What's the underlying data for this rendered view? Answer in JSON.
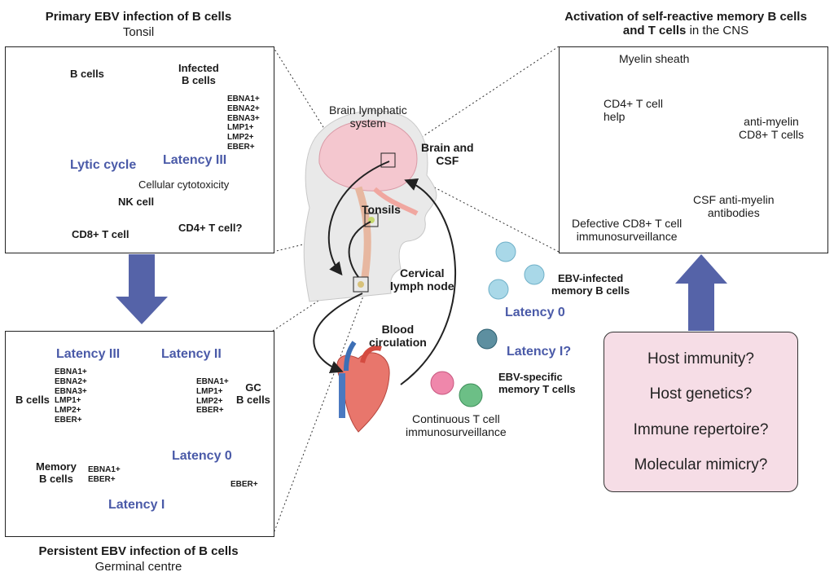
{
  "primary": {
    "title": "Primary EBV infection of B cells",
    "subtitle": "Tonsil",
    "b_cells": "B cells",
    "infected_l1": "Infected",
    "infected_l2": "B cells",
    "markers": [
      "EBNA1+",
      "EBNA2+",
      "EBNA3+",
      "LMP1+",
      "LMP2+",
      "EBER+"
    ],
    "lytic_cycle": "Lytic cycle",
    "latency3": "Latency III",
    "cellular_cytotoxicity": "Cellular cytotoxicity",
    "nk_cell": "NK cell",
    "cd8": "CD8+ T cell",
    "cd4": "CD4+ T cell?"
  },
  "persistent": {
    "title": "Persistent EBV infection of B cells",
    "subtitle": "Germinal centre",
    "latency3": "Latency III",
    "latency2": "Latency II",
    "latency0": "Latency 0",
    "latency1": "Latency I",
    "b_cells": "B cells",
    "markers3": [
      "EBNA1+",
      "EBNA2+",
      "EBNA3+",
      "LMP1+",
      "LMP2+",
      "EBER+"
    ],
    "markers2": [
      "EBNA1+",
      "LMP1+",
      "LMP2+",
      "EBER+"
    ],
    "gc_l1": "GC",
    "gc_l2": "B cells",
    "memory_l1": "Memory",
    "memory_l2": "B cells",
    "markers1": [
      "EBNA1+",
      "EBER+"
    ],
    "markers0": "EBER+"
  },
  "center": {
    "brain_lymphatic_l1": "Brain lymphatic",
    "brain_lymphatic_l2": "system",
    "brain_csf_l1": "Brain and",
    "brain_csf_l2": "CSF",
    "tonsils": "Tonsils",
    "cervical_l1": "Cervical",
    "cervical_l2": "lymph node",
    "blood_l1": "Blood",
    "blood_l2": "circulation",
    "ebv_mem_l1": "EBV-infected",
    "ebv_mem_l2": "memory B cells",
    "latency0": "Latency 0",
    "latency1": "Latency I?",
    "ebv_t_l1": "EBV-specific",
    "ebv_t_l2": "memory T cells",
    "continuous_l1": "Continuous T cell",
    "continuous_l2": "immunosurveillance"
  },
  "cns": {
    "title_l1": "Activation of self-reactive memory B cells",
    "title_l2_bold": "and T cells",
    "title_l2_rest": " in the CNS",
    "myelin": "Myelin sheath",
    "cd4_l1": "CD4+ T cell",
    "cd4_l2": "help",
    "antimyelin_l1": "anti-myelin",
    "antimyelin_l2": "CD8+ T cells",
    "csf_l1": "CSF anti-myelin",
    "csf_l2": "antibodies",
    "defective_l1": "Defective CD8+ T cell",
    "defective_l2": "immunosurveillance"
  },
  "questions": [
    "Host immunity?",
    "Host genetics?",
    "Immune repertoire?",
    "Molecular mimicry?"
  ],
  "colors": {
    "latency_blue": "#4a5aa8",
    "arrow_blue": "#5563a8",
    "question_box": "#f6dde6",
    "b_cell_orange": "#f7c08a",
    "infected_pink": "#ef87ab",
    "t_cell_green": "#6cbf86",
    "nk_purple": "#c9c3e8",
    "memory_blue": "#a9d8e8",
    "myelin_pink": "#d17bb0"
  }
}
